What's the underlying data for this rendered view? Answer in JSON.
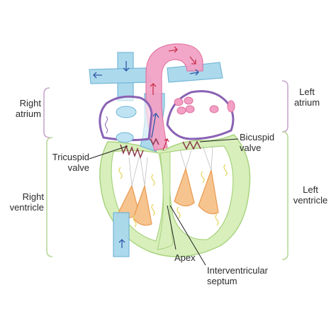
{
  "labels": {
    "right_atrium": [
      "Right",
      "atrium"
    ],
    "right_ventricle": [
      "Right",
      "ventricle"
    ],
    "left_atrium": [
      "Left",
      "atrium"
    ],
    "left_ventricle": [
      "Left",
      "ventricle"
    ],
    "tricuspid_valve": [
      "Tricuspid",
      "valve"
    ],
    "bicuspid_valve": [
      "Bicuspid",
      "valve"
    ],
    "apex": "Apex",
    "interventricular_septum": [
      "Interventricular",
      "septum"
    ]
  },
  "colors": {
    "deoxygenated_vessel": "#a8d8ec",
    "oxygenated_vessel": "#f3a0c4",
    "atria_outline": "#8a62b4",
    "ventricle_wall": "#c9e9a8",
    "papillary_muscle": "#f6c48f",
    "valve": "#8a3a4a",
    "bracket": "#c9a6cf",
    "text": "#2b2b2b"
  }
}
